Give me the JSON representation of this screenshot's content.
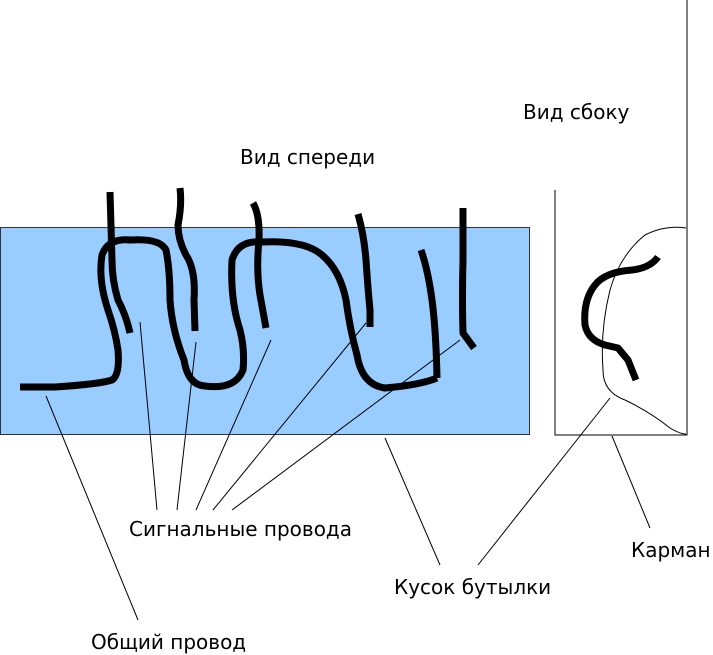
{
  "labels": {
    "front_view": "Вид спереди",
    "side_view": "Вид сбоку",
    "signal_wires": "Сигнальные провода",
    "common_wire": "Общий провод",
    "bottle_piece": "Кусок бутылки",
    "pocket": "Карман"
  },
  "colors": {
    "bottle": "#99ccff",
    "wire": "#000000"
  }
}
